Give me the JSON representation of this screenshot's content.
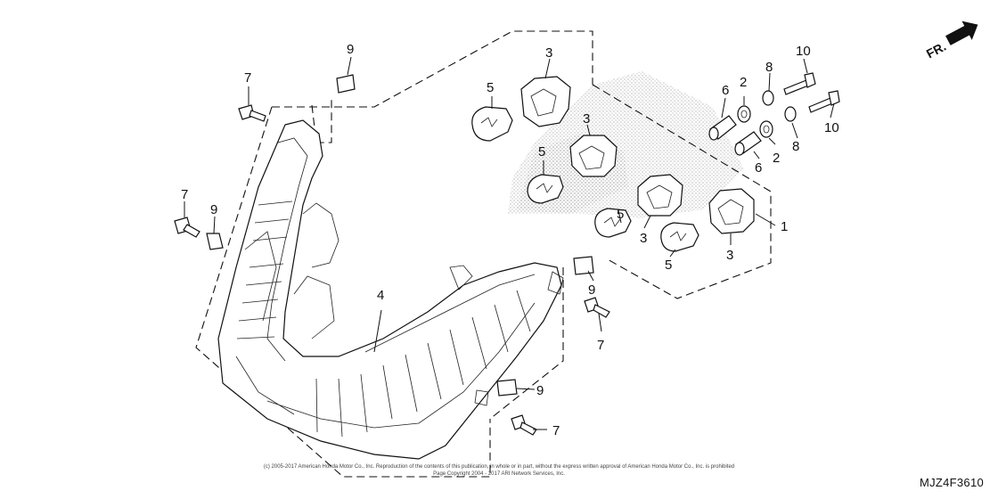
{
  "diagram": {
    "callouts": [
      {
        "id": "c1",
        "label": "1"
      },
      {
        "id": "c2a",
        "label": "2"
      },
      {
        "id": "c2b",
        "label": "2"
      },
      {
        "id": "c3a",
        "label": "3"
      },
      {
        "id": "c3b",
        "label": "3"
      },
      {
        "id": "c3c",
        "label": "3"
      },
      {
        "id": "c3d",
        "label": "3"
      },
      {
        "id": "c4",
        "label": "4"
      },
      {
        "id": "c5a",
        "label": "5"
      },
      {
        "id": "c5b",
        "label": "5"
      },
      {
        "id": "c5c",
        "label": "5"
      },
      {
        "id": "c5d",
        "label": "5"
      },
      {
        "id": "c6a",
        "label": "6"
      },
      {
        "id": "c6b",
        "label": "6"
      },
      {
        "id": "c7a",
        "label": "7"
      },
      {
        "id": "c7b",
        "label": "7"
      },
      {
        "id": "c7c",
        "label": "7"
      },
      {
        "id": "c7d",
        "label": "7"
      },
      {
        "id": "c8a",
        "label": "8"
      },
      {
        "id": "c8b",
        "label": "8"
      },
      {
        "id": "c9a",
        "label": "9"
      },
      {
        "id": "c9b",
        "label": "9"
      },
      {
        "id": "c9c",
        "label": "9"
      },
      {
        "id": "c9d",
        "label": "9"
      },
      {
        "id": "c10a",
        "label": "10"
      },
      {
        "id": "c10b",
        "label": "10"
      }
    ],
    "direction_label": "FR.",
    "diagram_code": "MJZ4F3610",
    "copyright_line1": "(c) 2005-2017 American Honda Motor Co., Inc. Reproduction of the contents of this publication, in whole or in part, without the express written approval of American Honda Motor Co., Inc. is prohibited",
    "copyright_line2": "Page Copyright 2004 - 2017 ARI Network Services, Inc."
  }
}
